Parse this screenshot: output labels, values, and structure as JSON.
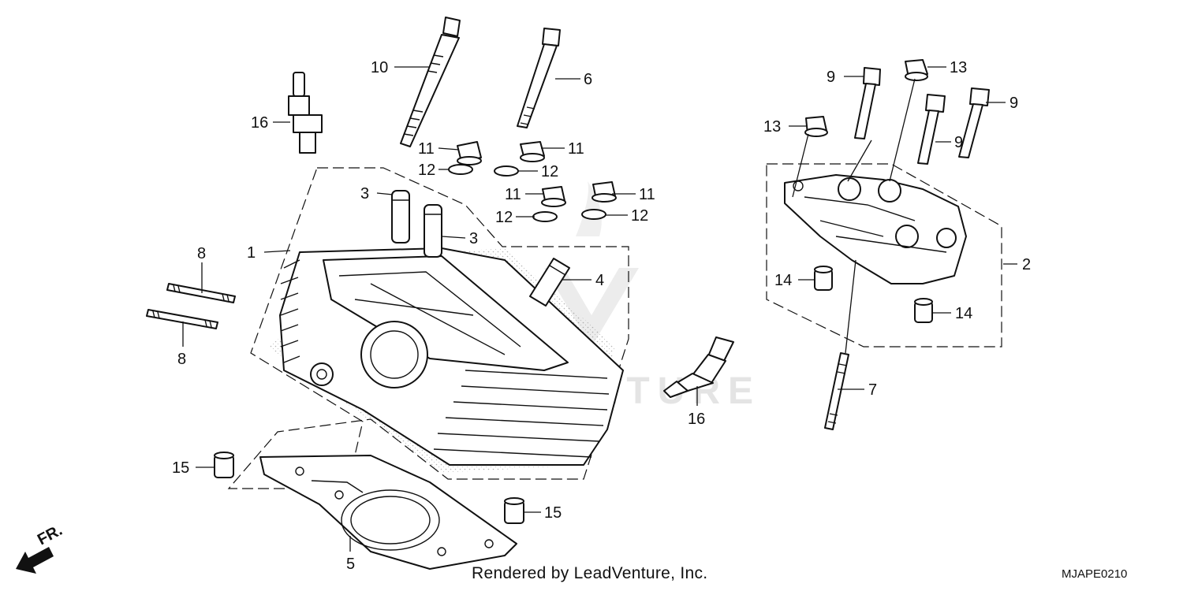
{
  "diagram": {
    "callouts": [
      "1",
      "2",
      "3",
      "3",
      "4",
      "5",
      "6",
      "7",
      "8",
      "8",
      "9",
      "9",
      "9",
      "10",
      "11",
      "11",
      "11",
      "11",
      "12",
      "12",
      "12",
      "12",
      "13",
      "13",
      "14",
      "14",
      "15",
      "15",
      "16",
      "16"
    ],
    "direction_label": "FR.",
    "watermark": "LEADVENTURE",
    "diagram_code": "MJAPE0210",
    "credit": "Rendered by LeadVenture, Inc."
  }
}
